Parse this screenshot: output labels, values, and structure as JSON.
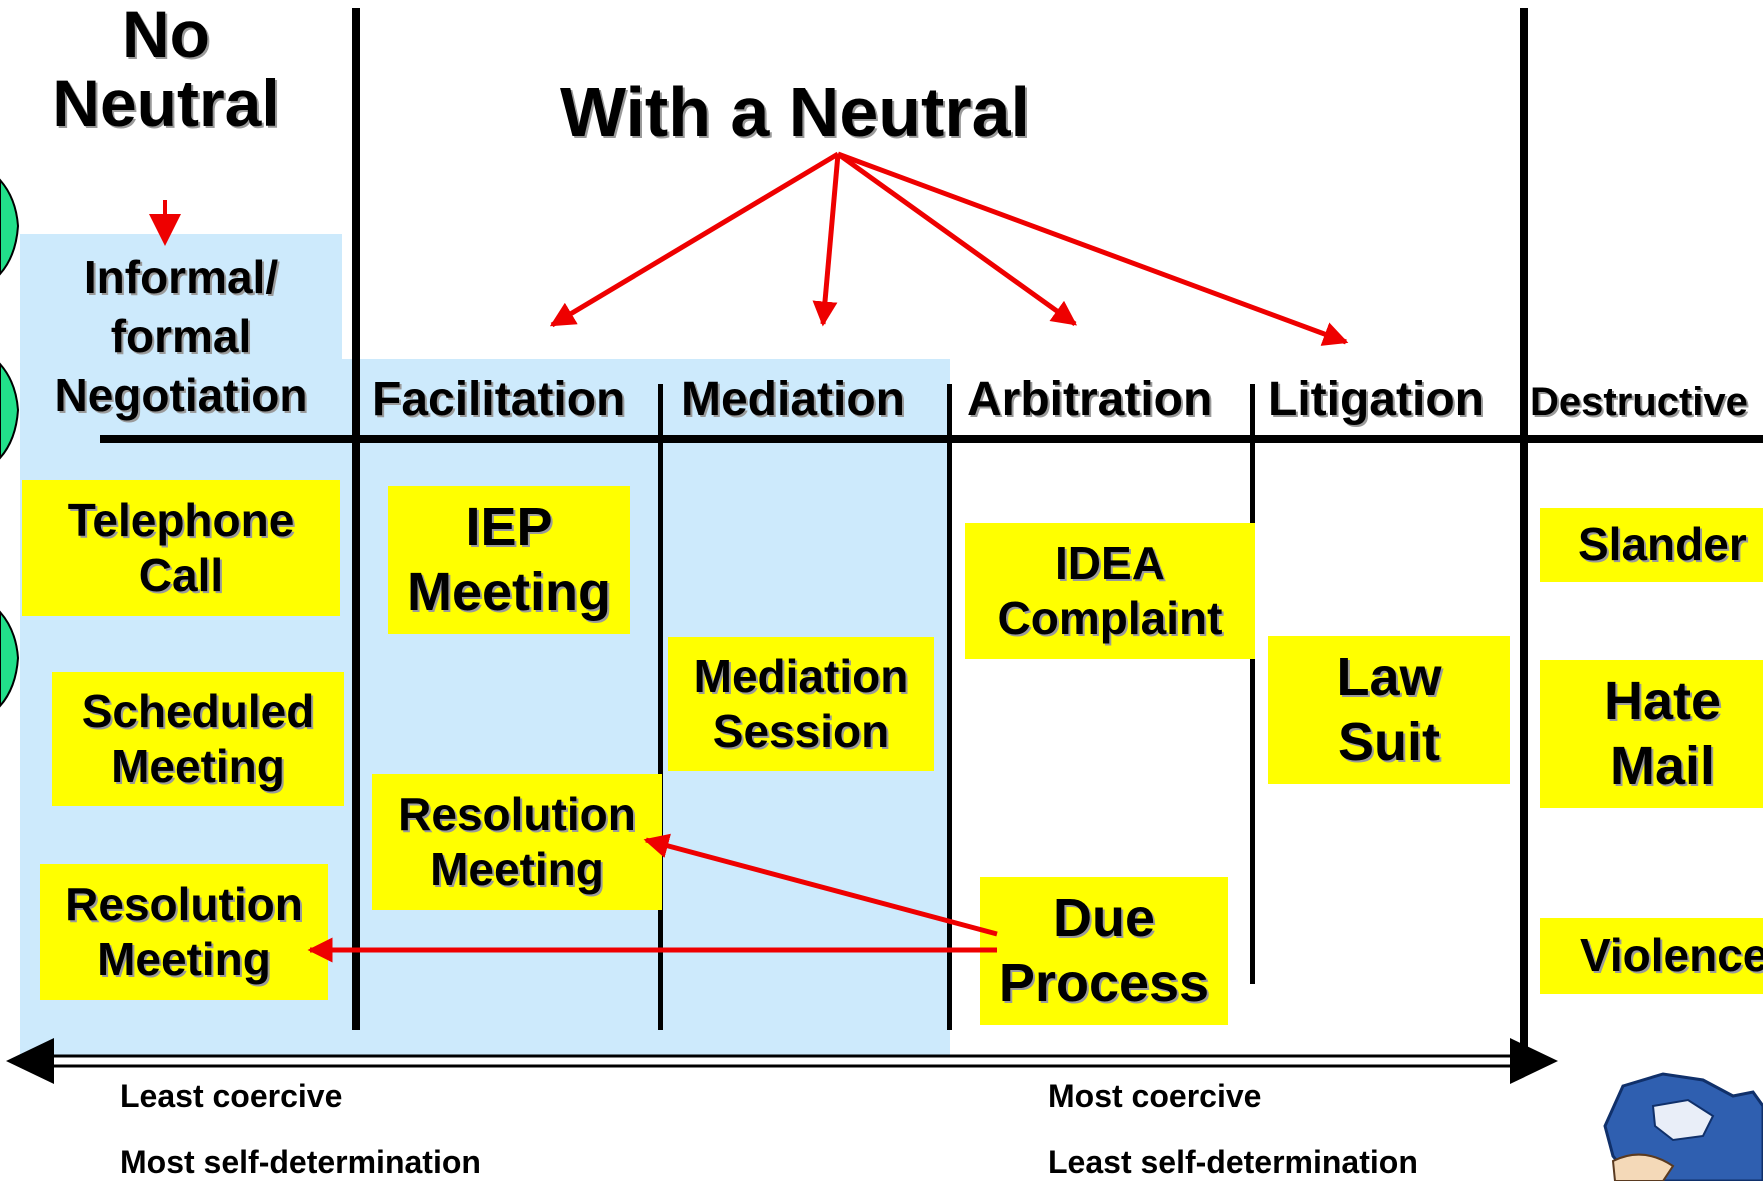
{
  "headers": {
    "no_neutral": "No\nNeutral",
    "with_neutral": "With a Neutral"
  },
  "categories": {
    "negotiation": "Informal/\nformal\nNegotiation",
    "facilitation": "Facilitation",
    "mediation": "Mediation",
    "arbitration": "Arbitration",
    "litigation": "Litigation",
    "destructive": "Destructive"
  },
  "boxes": {
    "telephone_call": "Telephone\nCall",
    "scheduled_meeting": "Scheduled\nMeeting",
    "resolution_meeting_left": "Resolution\nMeeting",
    "iep_meeting": "IEP\nMeeting",
    "resolution_meeting_mid": "Resolution\nMeeting",
    "mediation_session": "Mediation\nSession",
    "idea_complaint": "IDEA\nComplaint",
    "due_process": "Due\nProcess",
    "law_suit": "Law\nSuit",
    "slander": "Slander",
    "hate_mail": "Hate\nMail",
    "violence": "Violence"
  },
  "footer": {
    "least_coercive": "Least coercive",
    "most_self_determination": "Most self-determination",
    "most_coercive": "Most coercive",
    "least_self_determination": "Least self-determination"
  },
  "colors": {
    "shade": "#cdeafc",
    "box": "#ffff00",
    "arrow": "#ee0000",
    "line": "#000000"
  },
  "icons": {
    "decorative_left": "green-blob-icon",
    "corner_logo": "wisconsin-map-logo-icon"
  }
}
